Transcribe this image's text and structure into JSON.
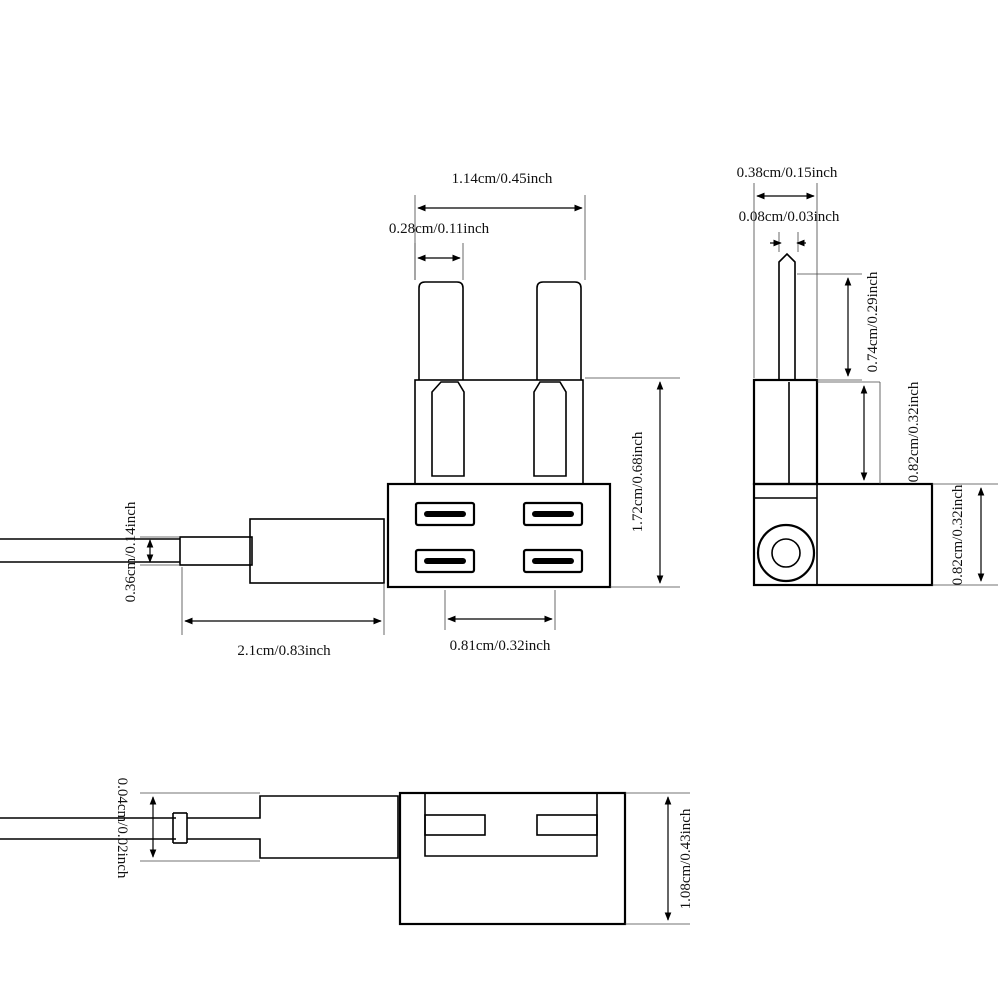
{
  "dimensions": {
    "front_total_width": "1.14cm/0.45inch",
    "front_blade_width": "0.28cm/0.11inch",
    "front_height": "1.72cm/0.68inch",
    "front_socket_spacing": "0.81cm/0.32inch",
    "front_wire_gauge": "0.36cm/0.14inch",
    "front_lead_length": "2.1cm/0.83inch",
    "side_top_width": "0.38cm/0.15inch",
    "side_pin_thickness": "0.08cm/0.03inch",
    "side_pin_length": "0.74cm/0.29inch",
    "side_mid_height": "0.82cm/0.32inch",
    "side_base_height": "0.82cm/0.32inch",
    "bottom_wire_gauge": "0.04cm/0.02inch",
    "bottom_height": "1.08cm/0.43inch"
  }
}
